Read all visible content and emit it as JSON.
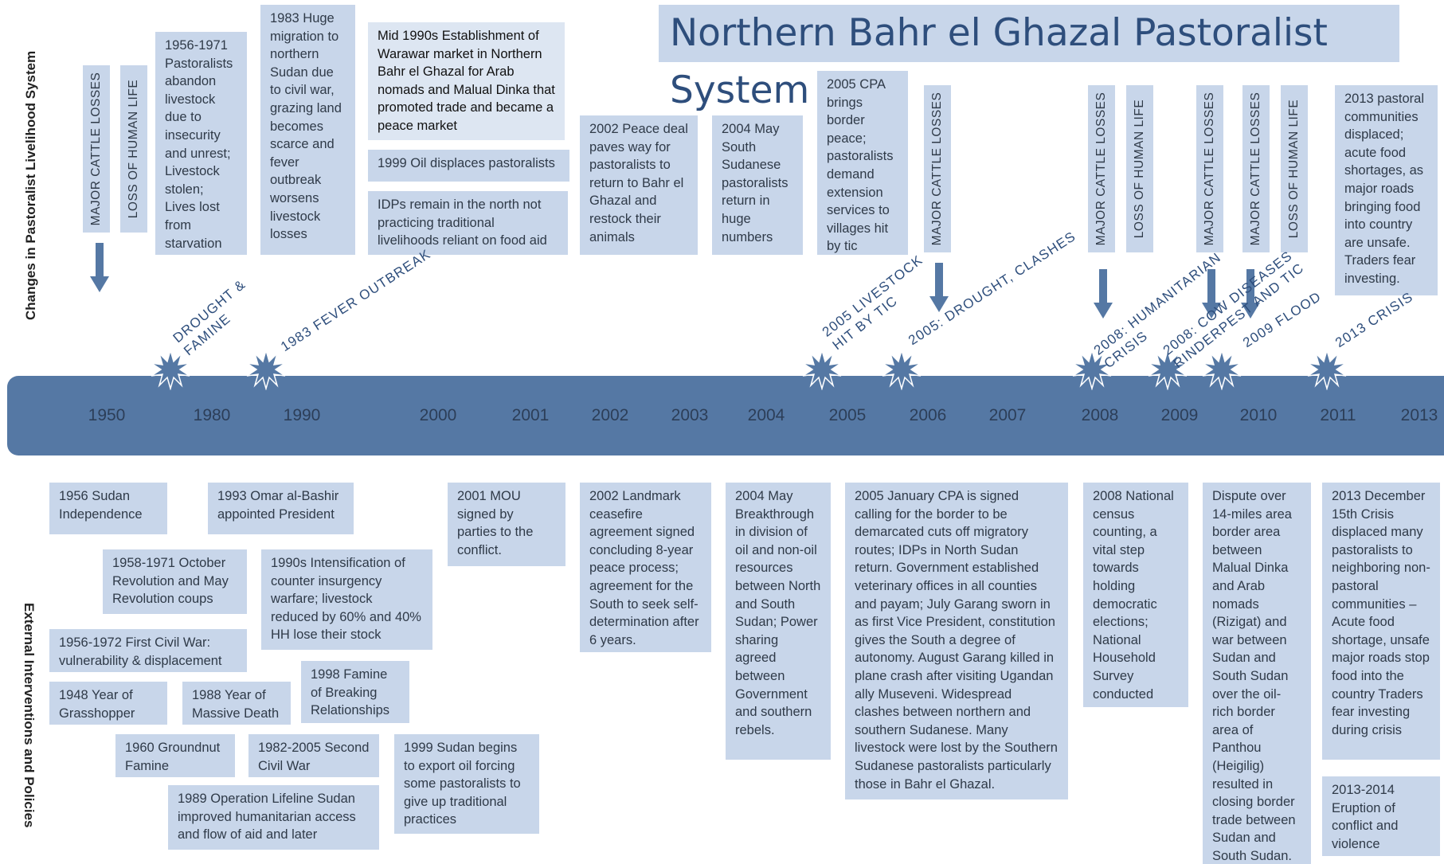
{
  "title": "Northern Bahr el Ghazal Pastoralist System",
  "side_labels": {
    "top": "Changes in Pastoralist Livelihood System",
    "bottom": "External Interventions and Policies"
  },
  "years": [
    "1950",
    "1980",
    "1990",
    "2000",
    "2001",
    "2002",
    "2003",
    "2004",
    "2005",
    "2006",
    "2007",
    "2008",
    "2009",
    "2010",
    "2011",
    "2013"
  ],
  "events": [
    "DROUGHT &\nFAMINE",
    "1983 FEVER OUTBREAK",
    "2005 LIVESTOCK\nHIT BY TIC",
    "2005: DROUGHT, CLASHES",
    "2008: HUMANITARIAN\nCRISIS",
    "2008: COW DISEASES\nRINDERPEST AND TIC",
    "2009 FLOOD",
    "2013 CRISIS"
  ],
  "vertical_labels": [
    "MAJOR CATTLE LOSSES",
    "LOSS OF HUMAN LIFE",
    "MAJOR CATTLE LOSSES",
    "MAJOR CATTLE LOSSES",
    "LOSS OF HUMAN LIFE",
    "MAJOR CATTLE LOSSES",
    "MAJOR CATTLE LOSSES",
    "LOSS OF HUMAN LIFE"
  ],
  "top_boxes": [
    "1956-1971 Pastoralists abandon livestock due to insecurity and unrest; Livestock stolen; Lives lost from starvation",
    "1983 Huge migration to northern Sudan due to civil war, grazing land becomes scarce and fever outbreak worsens livestock losses",
    "Mid 1990s Establishment of Warawar market in Northern Bahr el Ghazal for Arab nomads and Malual Dinka that promoted trade and became a peace market",
    "1999 Oil displaces pastoralists",
    "IDPs remain in the north not practicing traditional livelihoods reliant on food aid",
    "2002 Peace deal paves way for pastoralists to return to Bahr el Ghazal and restock their animals",
    "2004 May South Sudanese pastoralists return in huge numbers",
    "2005 CPA brings border peace; pastoralists demand extension services to villages hit by tic",
    "2013 pastoral communities displaced; acute food shortages, as major roads bringing food into country are unsafe. Traders fear investing."
  ],
  "bottom_boxes": [
    "1956 Sudan Independence",
    "1993 Omar al-Bashir appointed President",
    "1958-1971 October Revolution and May Revolution coups",
    "1990s Intensification of counter insurgency warfare; livestock reduced by 60% and 40% HH lose their stock",
    "1956-1972 First Civil War: vulnerability & displacement",
    "1998 Famine of Breaking Relationships",
    "1948 Year of Grasshopper",
    "1988 Year of Massive Death",
    "1960 Groundnut Famine",
    "1982-2005 Second Civil War",
    "1989 Operation Lifeline Sudan improved humanitarian access and flow of aid and later",
    "1999 Sudan begins to export oil forcing some pastoralists to give up traditional practices",
    "2001 MOU signed by parties to the conflict.",
    "2002 Landmark ceasefire agreement signed concluding 8-year peace process; agreement for the South to seek self-determination after 6 years.",
    "2004 May Breakthrough in division of oil and non-oil resources between North and South Sudan; Power sharing agreed between Government and southern rebels.",
    "2005 January CPA is signed calling for the border to be demarcated cuts off migratory routes; IDPs in North Sudan return. Government established veterinary offices in all counties and payam; July Garang sworn in as first Vice President, constitution gives the South a degree of autonomy. August Garang killed in plane crash after visiting Ugandan ally Museveni. Widespread clashes between northern and southern Sudanese. Many livestock were lost by the Southern Sudanese pastoralists particularly those in Bahr el Ghazal.",
    "2008 National census counting, a vital step towards holding democratic elections; National Household Survey conducted",
    "Dispute over 14-miles area border area between Malual Dinka and Arab nomads (Rizigat) and war between Sudan and South Sudan over the oil-rich border area of Panthou (Heigilig) resulted in closing border trade between Sudan and South Sudan.",
    "2013 December 15th Crisis displaced many pastoralists to neighboring non-pastoral communities – Acute food shortage, unsafe major roads stop food into the country Traders fear investing during crisis",
    "2013-2014 Eruption of conflict and violence"
  ]
}
